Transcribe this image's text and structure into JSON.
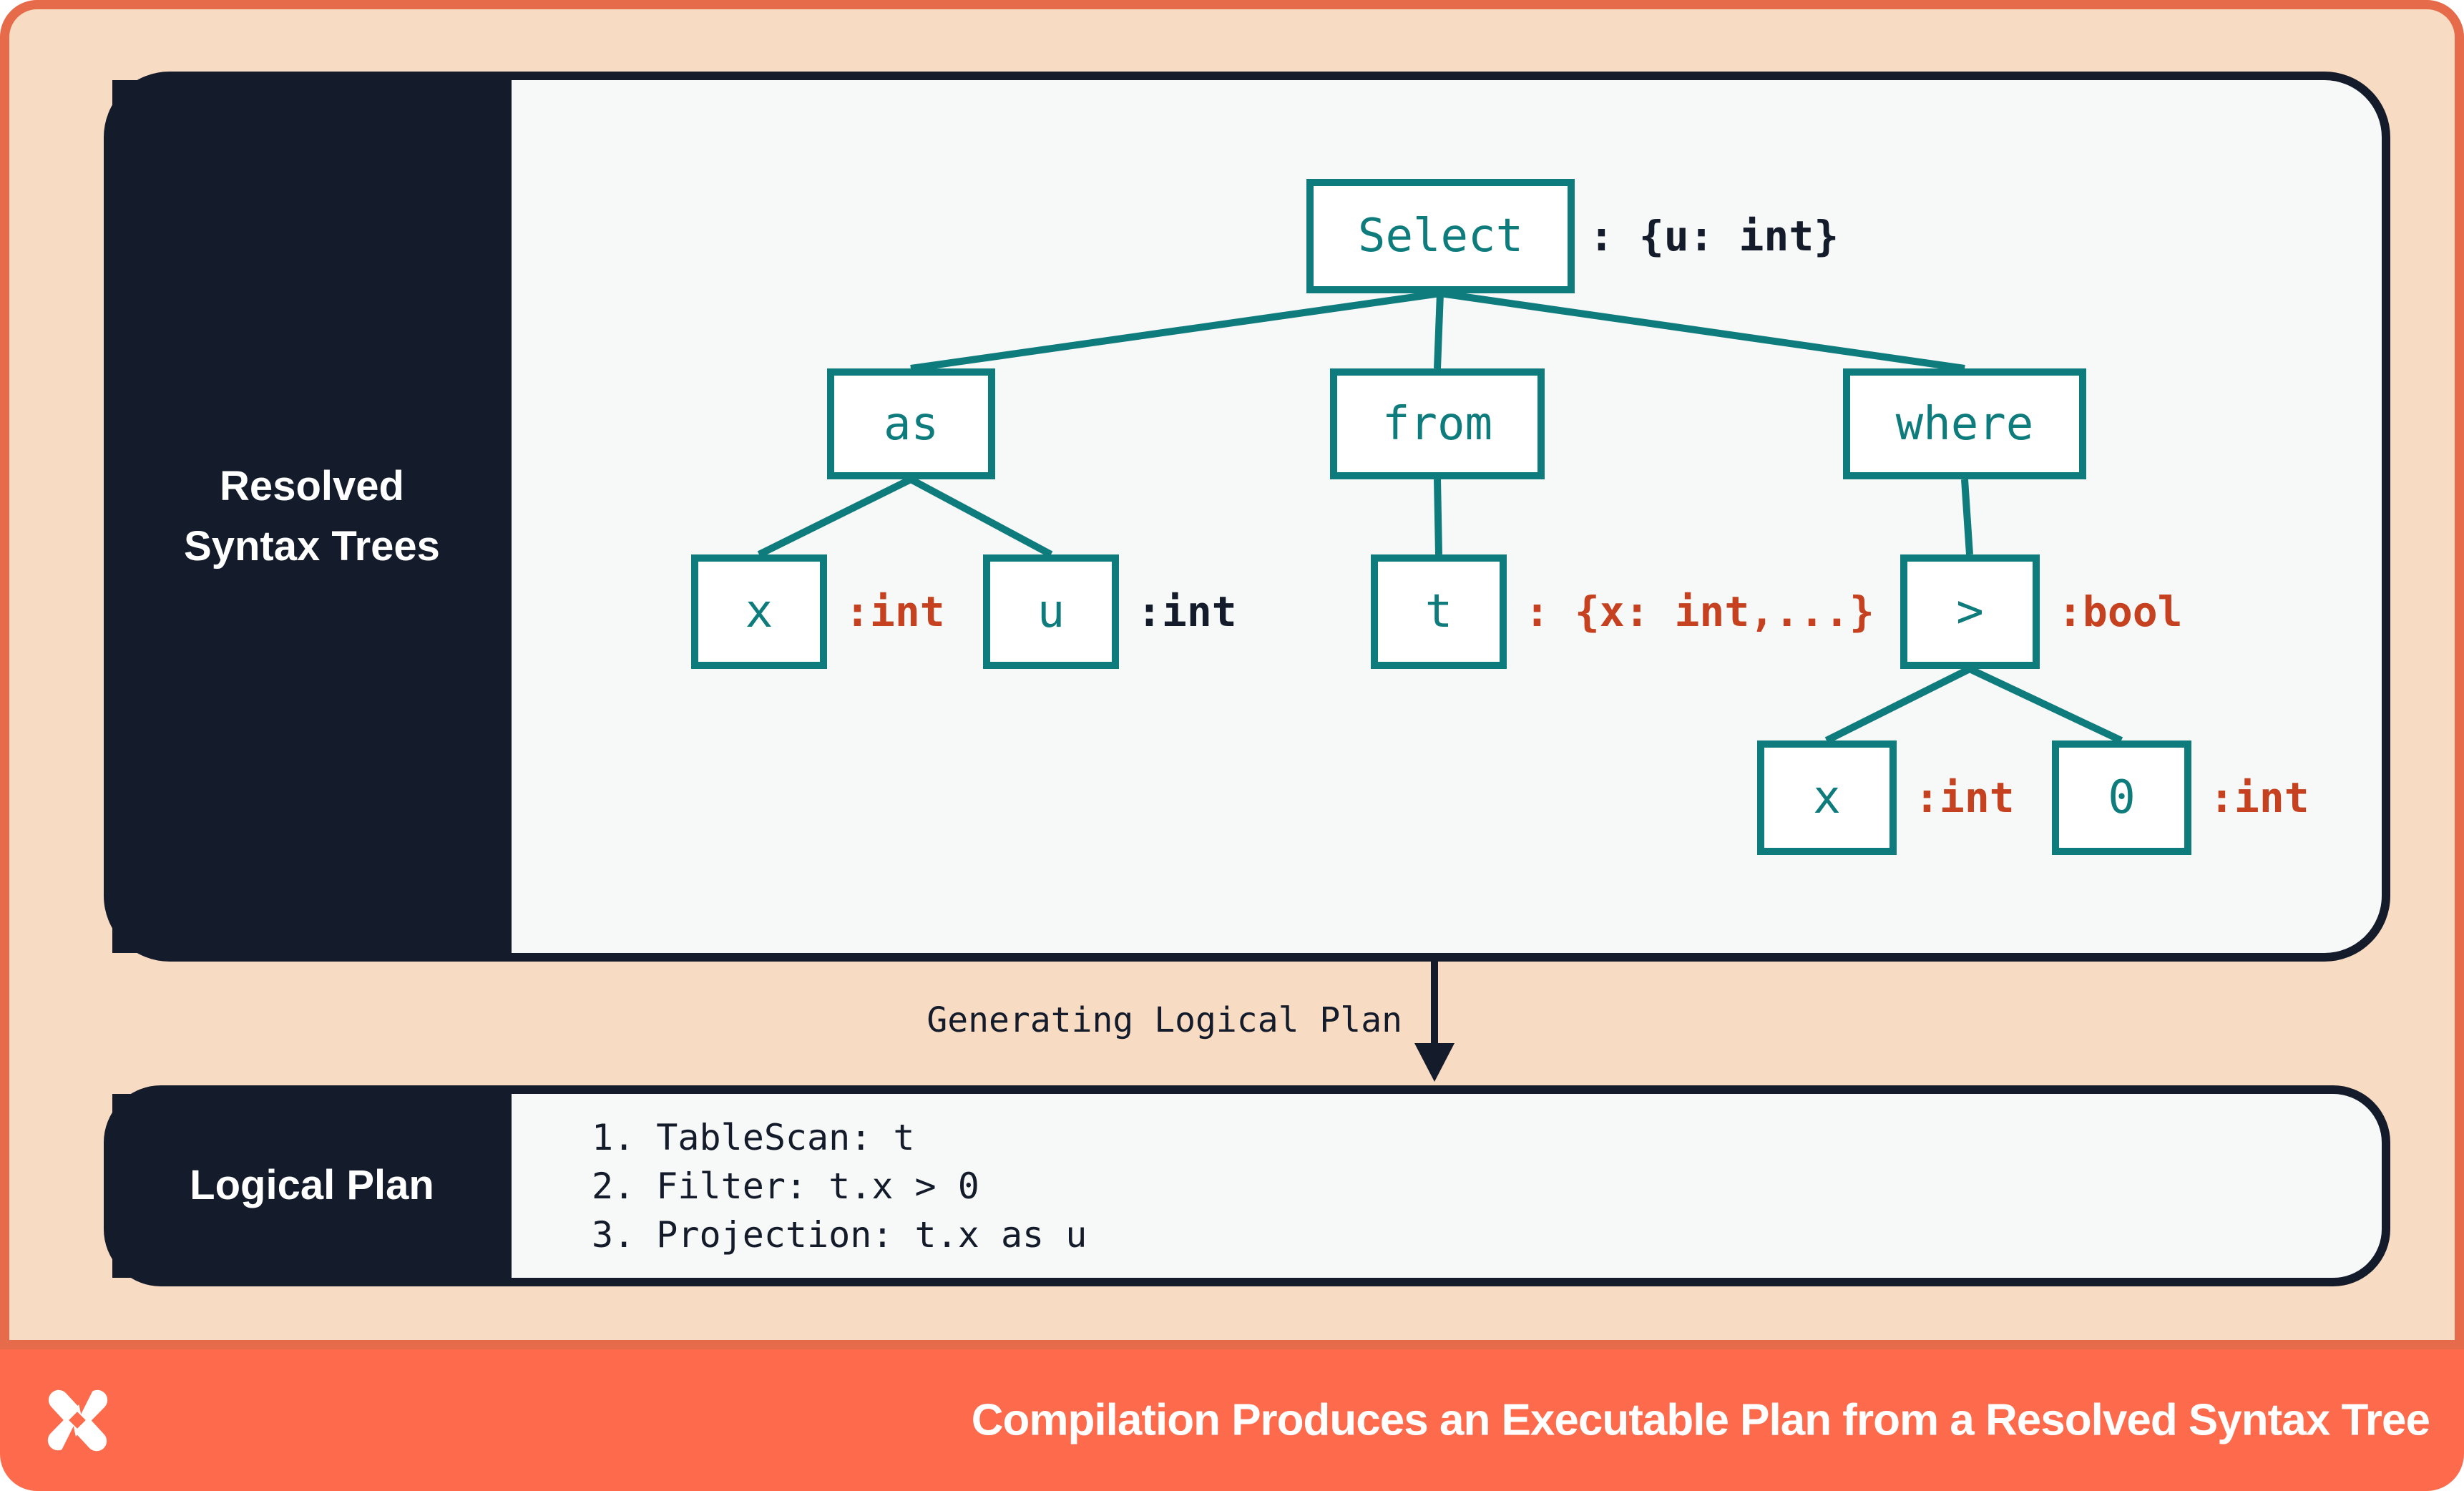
{
  "top_panel": {
    "title_line1": "Resolved",
    "title_line2": "Syntax Trees"
  },
  "tree": {
    "nodes": {
      "select": {
        "label": "Select",
        "type": ": {u: int}"
      },
      "as": {
        "label": "as"
      },
      "from": {
        "label": "from"
      },
      "where": {
        "label": "where"
      },
      "x_as": {
        "label": "x",
        "type": ":int"
      },
      "u_as": {
        "label": "u",
        "type": ":int"
      },
      "t_from": {
        "label": "t",
        "type": ": {x: int,...}"
      },
      "gt": {
        "label": ">",
        "type": ":bool"
      },
      "x_gt": {
        "label": "x",
        "type": ":int"
      },
      "zero_gt": {
        "label": "0",
        "type": ":int"
      }
    }
  },
  "flow": {
    "label": "Generating Logical Plan"
  },
  "bottom_panel": {
    "title": "Logical Plan",
    "steps": [
      "1. TableScan: t",
      "2. Filter: t.x > 0",
      "3. Projection: t.x as u"
    ]
  },
  "footer": {
    "title": "Compilation Produces an Executable Plan from a Resolved Syntax Tree"
  },
  "colors": {
    "coral": "#FE6B4C",
    "coral_border": "#E66B4B",
    "peach": "#F8DBC3",
    "navy": "#141B2A",
    "paper": "#F7F8F8",
    "teal": "#0E7B7C",
    "rust": "#C5411F"
  }
}
